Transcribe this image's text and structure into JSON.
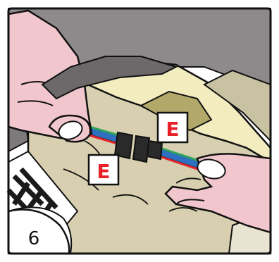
{
  "step": {
    "number": "6"
  },
  "callouts": [
    {
      "letter": "E",
      "color": "#e8202a"
    },
    {
      "letter": "E",
      "color": "#e8202a"
    }
  ],
  "colors": {
    "frame": "#111111",
    "background_gray": "#8e8a8c",
    "fabric_beige": "#d7cfb0",
    "fabric_yellow": "#f2ecbf",
    "olive": "#b1a86a",
    "hand_pink": "#f1c7cd",
    "nail": "#ffffff",
    "connector": "#2a2a2a",
    "wire_red": "#e3262b",
    "wire_green": "#2ea35a",
    "wire_blue": "#2e6fbf",
    "grid_dark": "#1a1a1a"
  },
  "icons": [
    "hand-left-icon",
    "hand-right-icon",
    "wire-connector-icon",
    "callout-badge-icon",
    "step-badge-icon"
  ]
}
